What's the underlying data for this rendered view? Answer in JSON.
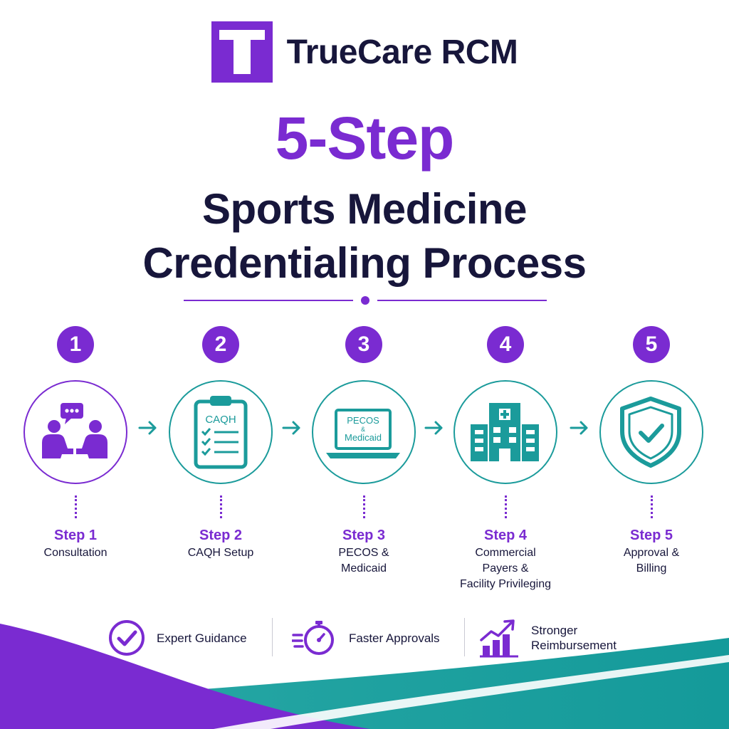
{
  "brand": {
    "logo_letter": "T",
    "name": "TrueCare RCM"
  },
  "headline": "5-Step",
  "subtitle": {
    "line1": "Sports Medicine",
    "line2": "Credentialing Process"
  },
  "steps": [
    {
      "number": "1",
      "title": "Step 1",
      "desc": [
        "Consultation"
      ],
      "icon": "consultation-icon",
      "ring": "purple"
    },
    {
      "number": "2",
      "title": "Step 2",
      "desc": [
        "CAQH Setup"
      ],
      "icon": "clipboard-checklist-icon",
      "icon_text": "CAQH",
      "ring": "teal"
    },
    {
      "number": "3",
      "title": "Step 3",
      "desc": [
        "PECOS &",
        "Medicaid"
      ],
      "icon": "laptop-icon",
      "icon_text": [
        "PECOS",
        "&",
        "Medicaid"
      ],
      "ring": "teal"
    },
    {
      "number": "4",
      "title": "Step 4",
      "desc": [
        "Commercial",
        "Payers &",
        "Facility Privileging"
      ],
      "icon": "hospital-icon",
      "ring": "teal"
    },
    {
      "number": "5",
      "title": "Step 5",
      "desc": [
        "Approval &",
        "Billing"
      ],
      "icon": "shield-check-icon",
      "ring": "teal"
    }
  ],
  "benefits": [
    {
      "label": [
        "Expert Guidance"
      ],
      "icon": "check-circle-icon"
    },
    {
      "label": [
        "Faster Approvals"
      ],
      "icon": "stopwatch-icon"
    },
    {
      "label": [
        "Stronger",
        "Reimbursement"
      ],
      "icon": "growth-chart-icon"
    }
  ],
  "colors": {
    "purple": "#7a2bd1",
    "teal": "#1b9b9b",
    "navy": "#17163b"
  }
}
